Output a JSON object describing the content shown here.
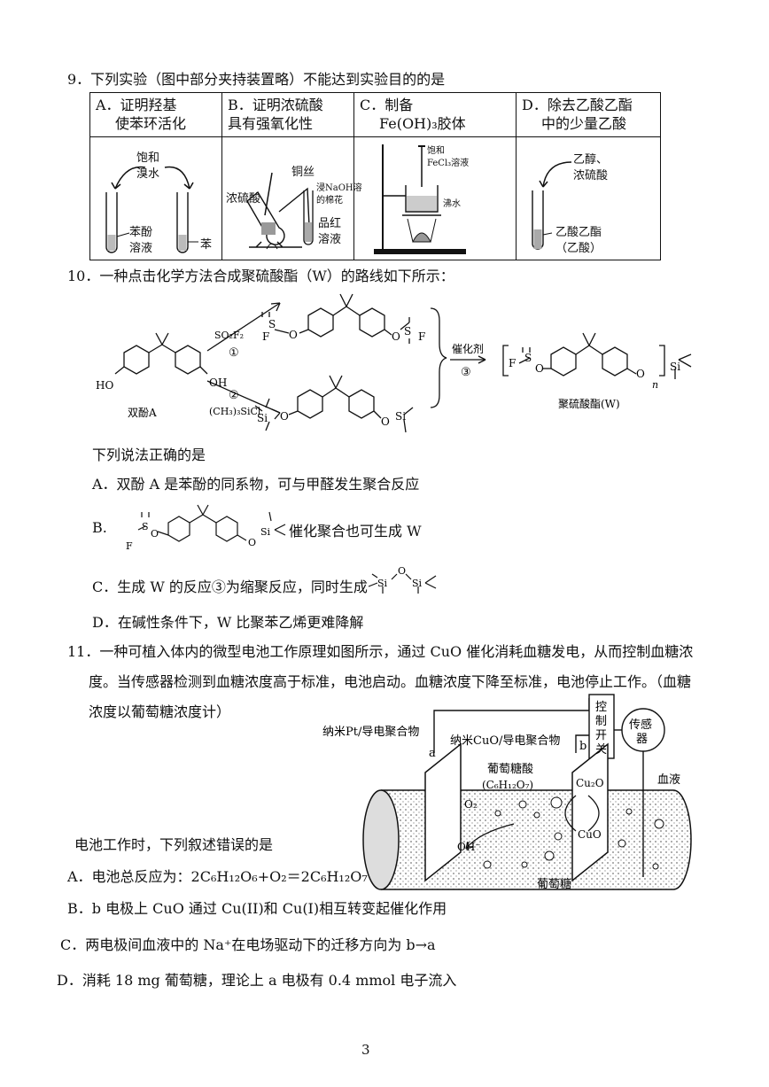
{
  "q9": {
    "stem": "9．下列实验（图中部分夹持装置略）不能达到实验目的的是",
    "cols": [
      {
        "h1": "A．证明羟基",
        "h2": "使苯环活化",
        "labels": [
          "饱和",
          "溴水",
          "苯酚",
          "溶液",
          "苯"
        ]
      },
      {
        "h1": "B．证明浓硫酸",
        "h2": "具有强氧化性",
        "labels": [
          "铜丝",
          "浓硫酸",
          "浸NaOH溶",
          "的棉花",
          "品红",
          "溶液"
        ]
      },
      {
        "h1": "C．制备",
        "h2": "Fe(OH)₃胶体",
        "labels": [
          "饱和",
          "FeCl₃溶液",
          "沸水"
        ]
      },
      {
        "h1": "D．除去乙酸乙酯",
        "h2": "中的少量乙酸",
        "labels": [
          "乙醇、",
          "浓硫酸",
          "乙酸乙酯",
          "（乙酸）"
        ]
      }
    ]
  },
  "q10": {
    "stem": "10．一种点击化学方法合成聚硫酸酯（W）的路线如下所示：",
    "reagent1": "SO₂F₂",
    "step1": "①",
    "reagent2": "(CH₃)₃SiCl",
    "step2": "②",
    "catalyst": "催化剂",
    "step3": "③",
    "name_a": "双酚A",
    "name_w": "聚硫酸酯(W)",
    "atoms": {
      "ho": "HO",
      "oh": "OH",
      "o": "O",
      "s": "S",
      "f": "F",
      "si": "Si",
      "n": "n"
    },
    "prompt": "下列说法正确的是",
    "optA": "A．双酚 A 是苯酚的同系物，可与甲醛发生聚合反应",
    "optB_letter": "B.",
    "optB_text": "催化聚合也可生成 W",
    "optC_text": "C．生成 W 的反应③为缩聚反应，同时生成",
    "optD": "D．在碱性条件下，W 比聚苯乙烯更难降解"
  },
  "q11": {
    "stem1": "11．一种可植入体内的微型电池工作原理如图所示，通过 CuO 催化消耗血糖发电，从而控制血糖浓",
    "stem2": "度。当传感器检测到血糖浓度高于标准，电池启动。血糖浓度下降至标准，电池停止工作。（血糖",
    "stem3": "浓度以葡萄糖浓度计）",
    "prompt": "电池工作时，下列叙述错误的是",
    "fig": {
      "electrode_a": "纳米Pt/导电聚合物",
      "a": "a",
      "electrode_b": "纳米CuO/导电聚合物",
      "b": "b",
      "switch": [
        "控",
        "制",
        "开",
        "关"
      ],
      "sensor": [
        "传感",
        "器"
      ],
      "blood": "血液",
      "gluconic": "葡萄糖酸",
      "gluconic_formula": "(C₆H₁₂O₇)",
      "cu2o": "Cu₂O",
      "cuo": "CuO",
      "o2": "O₂",
      "oh": "OH⁻",
      "glucose": "葡萄糖"
    },
    "optA": "A．电池总反应为：2C₆H₁₂O₆+O₂＝2C₆H₁₂O₇",
    "optB": "B．b 电极上 CuO 通过 Cu(II)和 Cu(I)相互转变起催化作用",
    "optC": "C．两电极间血液中的 Na⁺在电场驱动下的迁移方向为 b→a",
    "optD": "D．消耗 18 mg 葡萄糖，理论上 a 电极有 0.4 mmol 电子流入"
  },
  "page_number": "3"
}
